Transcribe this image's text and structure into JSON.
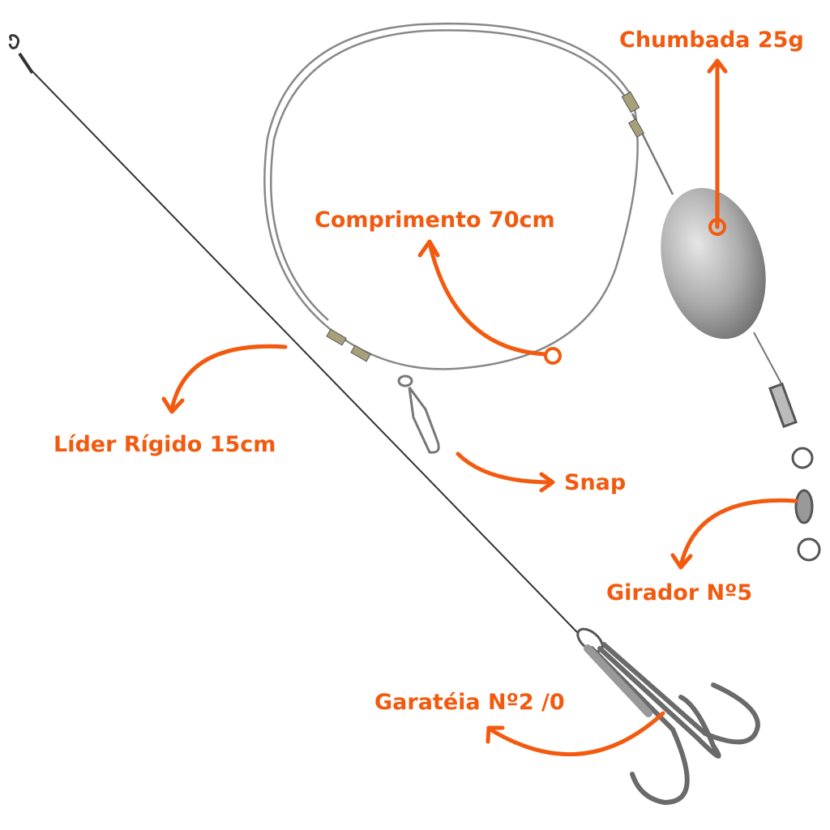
{
  "labels": {
    "sinker": "Chumbada 25g",
    "length": "Comprimento 70cm",
    "leader": "Líder Rígido 15cm",
    "snap": "Snap",
    "swivel": "Girador Nº5",
    "treble": "Garatéia Nº2 /0"
  },
  "colors": {
    "accent": "#f25a0f",
    "background": "#ffffff"
  }
}
